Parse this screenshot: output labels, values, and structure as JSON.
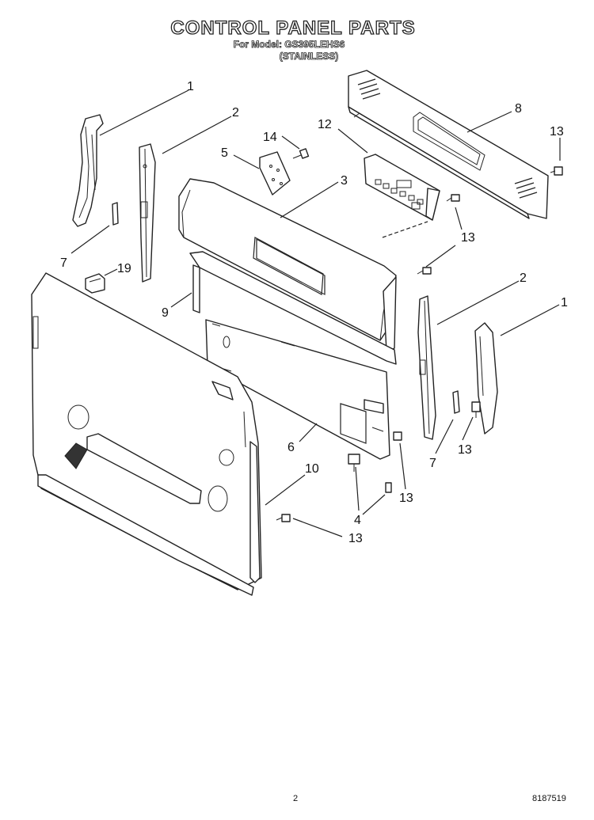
{
  "header": {
    "title": "CONTROL PANEL PARTS",
    "model_line": "For Model: GS395LEHS6",
    "finish": "(STAINLESS)"
  },
  "callouts": {
    "c1_left": "1",
    "c2_left": "2",
    "c14": "14",
    "c5": "5",
    "c12": "12",
    "c8": "8",
    "c13_top_right": "13",
    "c3": "3",
    "c13_control": "13",
    "c7_left": "7",
    "c19": "19",
    "c9": "9",
    "c2_right": "2",
    "c1_right": "1",
    "c6": "6",
    "c7_right": "7",
    "c13_right": "13",
    "c10": "10",
    "c13_lower": "13",
    "c4": "4",
    "c13_bottom": "13"
  },
  "footer": {
    "page_number": "2",
    "document_number": "8187519"
  }
}
